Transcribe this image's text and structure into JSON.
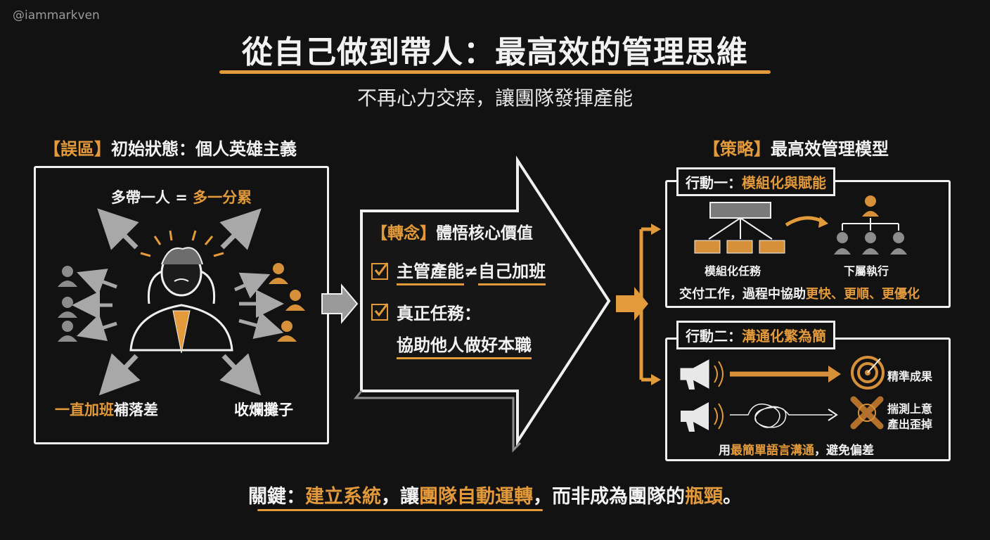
{
  "handle": "@iammarkven",
  "title": "從自己做到帶人：最高效的管理思維",
  "subtitle": "不再心力交瘁，讓團隊發揮產能",
  "left": {
    "head_bracket": "【誤區】",
    "head_text": "初始狀態：個人英雄主義",
    "top_a": "多帶一人 = ",
    "top_b": "多一分累",
    "bottom_left_a": "一直加班",
    "bottom_left_b": "補落差",
    "bottom_right": "收爛攤子"
  },
  "center": {
    "head_bracket": "【轉念】",
    "head_text": "體悟核心價值",
    "item1_a": "主管產能",
    "item1_ne": " ≠ ",
    "item1_b": "自己加班",
    "item2_line1": "真正任務：",
    "item2_line2": "協助他人做好本職"
  },
  "right": {
    "head_bracket": "【策略】",
    "head_text": "最高效管理模型",
    "action1": {
      "tab_a": "行動一：",
      "tab_b": "模組化與賦能",
      "label_left": "模組化任務",
      "label_right": "下屬執行",
      "desc_a": "交付工作，過程中協助",
      "desc_b": "更快、更順、更優化"
    },
    "action2": {
      "tab_a": "行動二：",
      "tab_b": "溝通化繁為簡",
      "result_good": "精準成果",
      "result_bad_1": "揣測上意",
      "result_bad_2": "產出歪掉",
      "desc_a": "用",
      "desc_b": "最簡單語言溝通",
      "desc_c": "，避免偏差"
    }
  },
  "bottom": {
    "a": "關鍵：",
    "b": "建立系統",
    "c": "，讓",
    "d": "團隊自動運轉",
    "e": "，而非成為團隊的",
    "f": "瓶頸",
    "g": "。"
  },
  "colors": {
    "accent": "#e39a3b",
    "background": "#121212",
    "chalk": "#f0f0f0",
    "gray": "#8c8c8c"
  },
  "icons": [
    "person-icon",
    "stressed-manager-icon",
    "arrow-icon",
    "check-icon",
    "megaphone-icon",
    "target-icon",
    "tangled-line-icon",
    "cross-icon",
    "hierarchy-icon"
  ]
}
